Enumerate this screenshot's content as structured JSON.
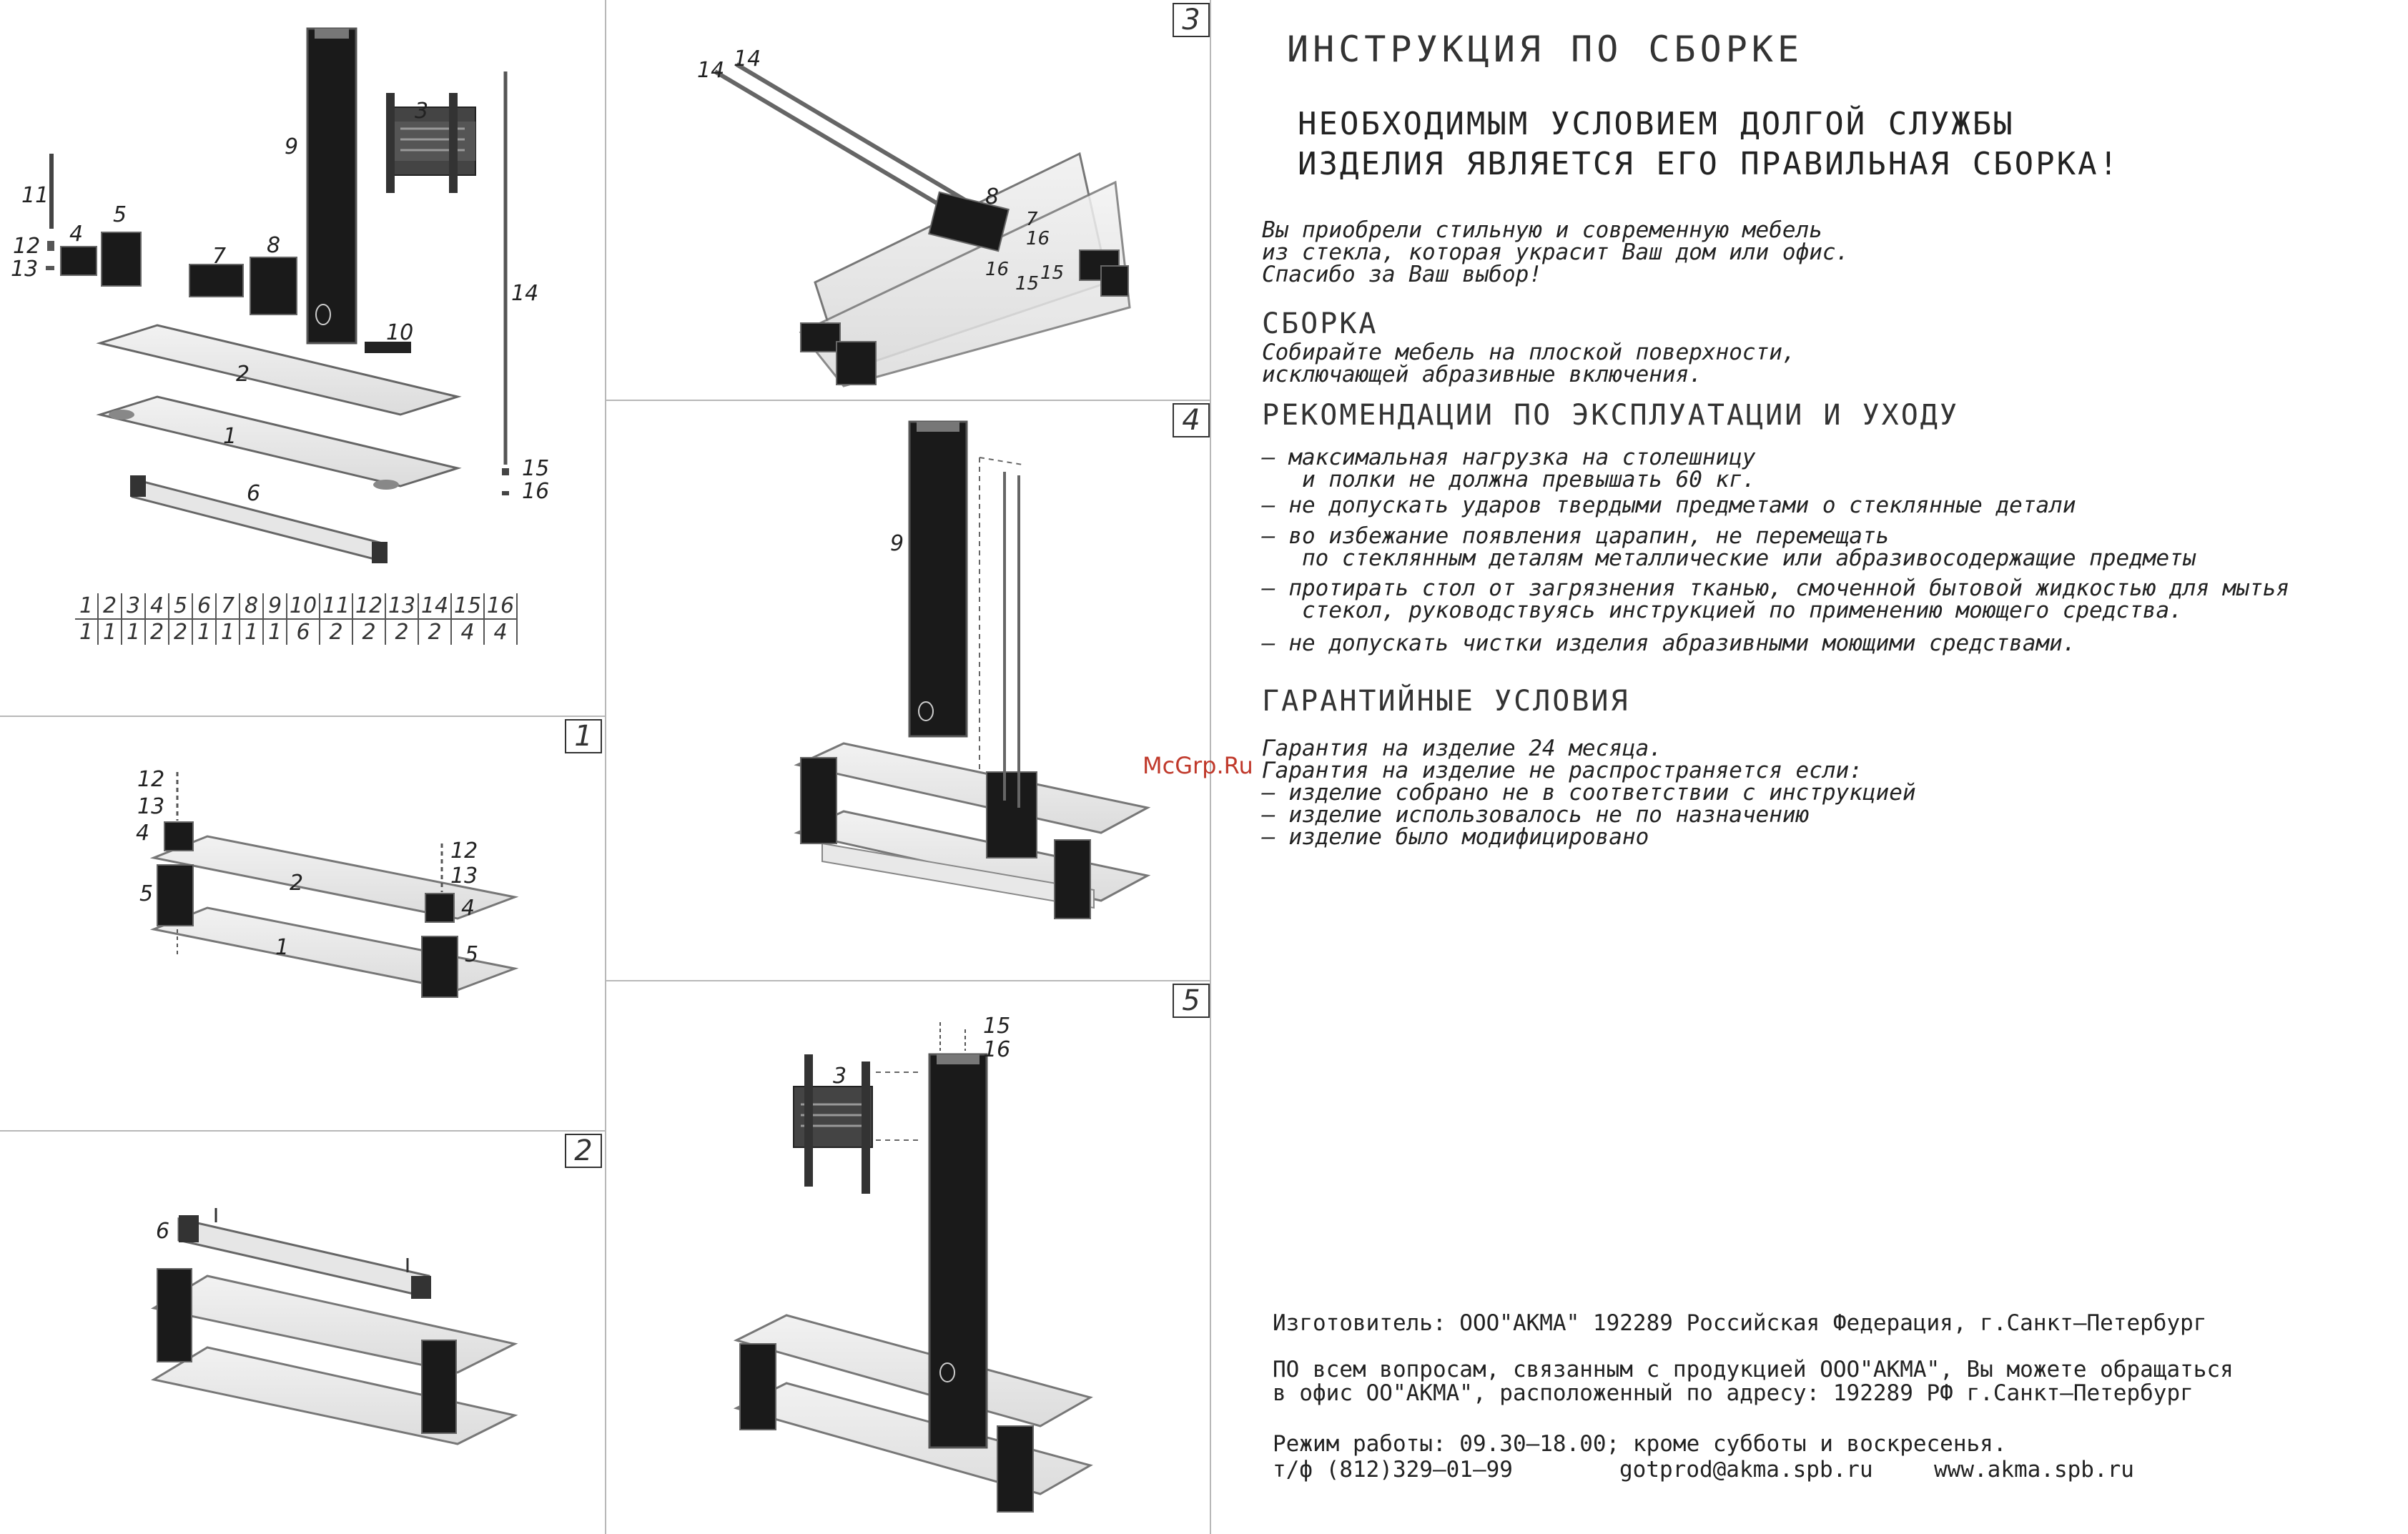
{
  "panel_numbers": [
    "1",
    "2",
    "3",
    "4",
    "5"
  ],
  "parts_table": {
    "numbers": [
      "1",
      "2",
      "3",
      "4",
      "5",
      "6",
      "7",
      "8",
      "9",
      "10",
      "11",
      "12",
      "13",
      "14",
      "15",
      "16"
    ],
    "quantities": [
      "1",
      "1",
      "1",
      "2",
      "2",
      "1",
      "1",
      "1",
      "1",
      "6",
      "2",
      "2",
      "2",
      "2",
      "4",
      "4"
    ]
  },
  "part_labels": {
    "p1": "1",
    "p2": "2",
    "p3": "3",
    "p4": "4",
    "p5": "5",
    "p6": "6",
    "p7": "7",
    "p8": "8",
    "p9": "9",
    "p10": "10",
    "p11": "11",
    "p12": "12",
    "p13": "13",
    "p14": "14",
    "p15": "15",
    "p16": "16"
  },
  "watermark": "McGrp.Ru",
  "doc": {
    "title": "ИНСТРУКЦИЯ ПО СБОРКЕ",
    "slogan_line1": "НЕОБХОДИМЫМ УСЛОВИЕМ ДОЛГОЙ СЛУЖБЫ",
    "slogan_line2": "ИЗДЕЛИЯ ЯВЛЯЕТСЯ ЕГО ПРАВИЛЬНАЯ СБОРКА!",
    "intro": "Вы приобрели стильную и современную мебель\nиз стекла, которая украсит Ваш дом или офис.\nСпасибо за Ваш выбор!",
    "assembly_heading": "СБОРКА",
    "assembly_text": "Собирайте мебель на плоской поверхности,\nисключающей абразивные включения.",
    "care_heading": "РЕКОМЕНДАЦИИ ПО ЭКСПЛУАТАЦИИ И УХОДУ",
    "care_items": [
      "– максимальная нагрузка на столешницу\n   и полки не должна превышать 60 кг.",
      "– не допускать ударов твердыми предметами о стеклянные детали",
      "– во избежание появления царапин, не перемещать\n   по стеклянным деталям металлические или абразивосодержащие предметы",
      "– протирать стол от загрязнения тканью, смоченной бытовой жидкостью для мытья\n   стекол, руководствуясь инструкцией по применению моющего средства.",
      "– не допускать чистки изделия абразивными моющими средствами."
    ],
    "warranty_heading": "ГАРАНТИЙНЫЕ УСЛОВИЯ",
    "warranty_text": "Гарантия на изделие 24 месяца.\nГарантия на изделие не распространяется если:\n– изделие собрано не в соответствии с инструкцией\n– изделие использовалось не по назначению\n– изделие было модифицировано",
    "manufacturer": "Изготовитель: ООО\"АКМА\" 192289 Российская Федерация, г.Санкт–Петербург",
    "contact": "ПО всем вопросам, связанным с продукцией ООО\"АКМА\", Вы можете обращаться\nв офис ОО\"АКМА\", расположенный по адресу: 192289 РФ г.Санкт–Петербург",
    "hours": "Режим работы: 09.30–18.00; кроме субботы и воскресенья.",
    "phone": "т/ф (812)329–01–99",
    "email": "gotprod@akma.spb.ru",
    "website": "www.akma.spb.ru"
  }
}
